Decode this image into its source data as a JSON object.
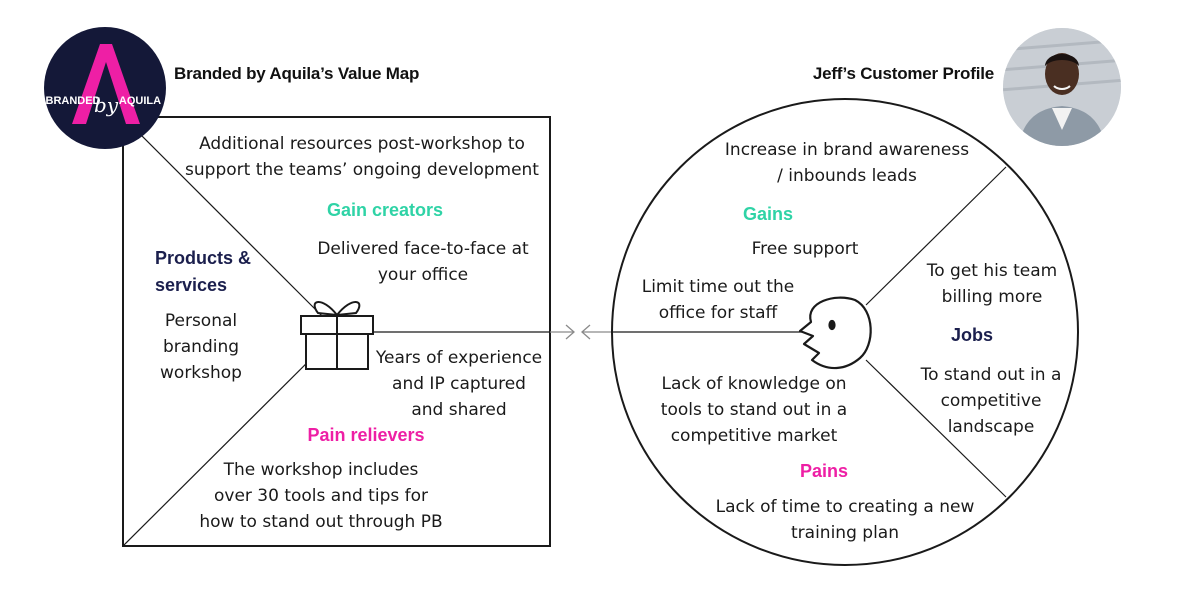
{
  "colors": {
    "gain": "#2fd3a6",
    "pain": "#ee1fa5",
    "section": "#1b1f4d",
    "logo_bg": "#141838",
    "logo_accent": "#ee1fa5"
  },
  "header": {
    "left_title": "Branded by Aquila’s Value Map",
    "right_title": "Jeff’s Customer Profile"
  },
  "logo": {
    "word_left": "BRANDED",
    "word_mid": "by",
    "word_right": "AQUILA"
  },
  "value_map": {
    "gain_creators_label": "Gain creators",
    "gain_creator_1": [
      "Additional resources post-workshop to",
      "support the teams’ ongoing development"
    ],
    "gain_creator_2": [
      "Delivered face-to-face at",
      "your office"
    ],
    "products_label": [
      "Products &",
      "services"
    ],
    "product_1": [
      "Personal",
      "branding",
      "workshop"
    ],
    "pain_reliever_1": [
      "Years of experience",
      "and IP captured",
      "and shared"
    ],
    "pain_relievers_label": "Pain relievers",
    "pain_reliever_2": [
      "The workshop includes",
      "over 30 tools and tips for",
      "how to stand out through PB"
    ]
  },
  "customer_profile": {
    "gain_1": [
      "Increase in brand awareness",
      "/ inbounds leads"
    ],
    "gains_label": "Gains",
    "gain_2": "Free support",
    "gain_3": [
      "Limit time out the",
      "office for staff"
    ],
    "job_1": [
      "To get his team",
      "billing more"
    ],
    "jobs_label": "Jobs",
    "job_2": [
      "To stand out in a",
      "competitive",
      "landscape"
    ],
    "pain_1": [
      "Lack of knowledge on",
      "tools to stand out in a",
      "competitive market"
    ],
    "pains_label": "Pains",
    "pain_2": [
      "Lack of time to creating a new",
      "training plan"
    ]
  }
}
